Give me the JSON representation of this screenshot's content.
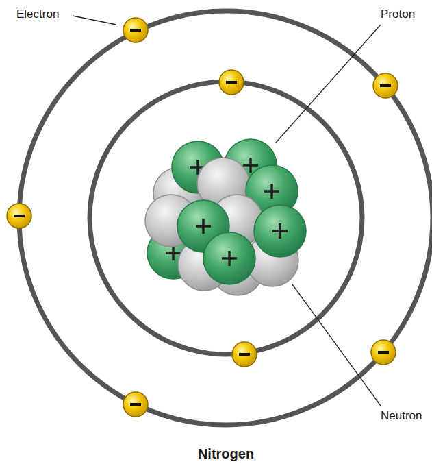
{
  "diagram": {
    "caption": "Nitrogen",
    "labels": [
      "Electron",
      "Proton",
      "Neutron"
    ]
  }
}
